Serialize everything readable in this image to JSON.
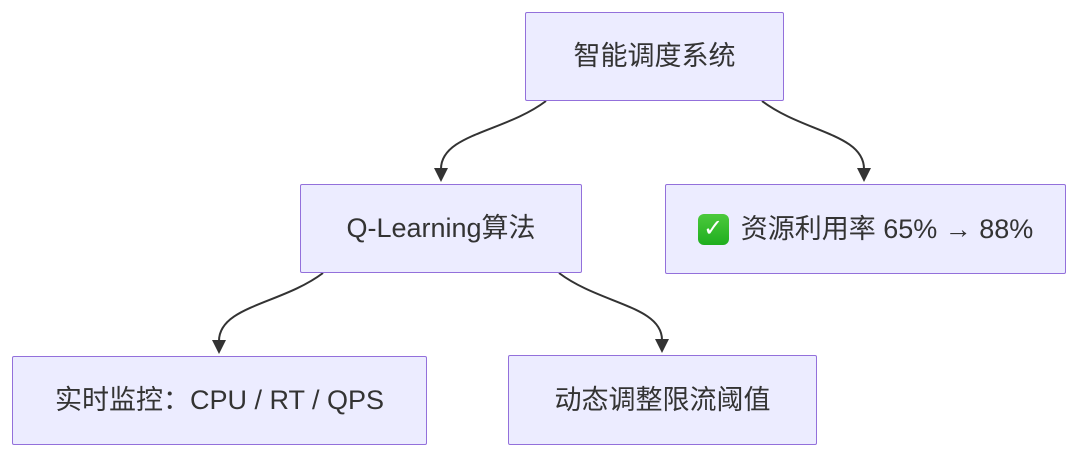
{
  "diagram": {
    "type": "flowchart-top-down",
    "background_color": "#ffffff",
    "node_fill_color": "#ECECFF",
    "node_border_color": "#9370DB",
    "edge_color": "#333333",
    "text_color": "#333333",
    "nodes": {
      "root": {
        "label": "智能调度系统"
      },
      "algorithm": {
        "label": "Q-Learning算法"
      },
      "result": {
        "label": "资源利用率 65% → 88%",
        "icon": "check-mark-icon",
        "icon_glyph": "✓",
        "icon_color": "#2db52d"
      },
      "monitor": {
        "label": "实时监控：CPU / RT / QPS"
      },
      "adjust": {
        "label": "动态调整限流阈值"
      }
    },
    "edges": [
      {
        "from": "root",
        "to": "algorithm"
      },
      {
        "from": "root",
        "to": "result"
      },
      {
        "from": "algorithm",
        "to": "monitor"
      },
      {
        "from": "algorithm",
        "to": "adjust"
      }
    ]
  }
}
